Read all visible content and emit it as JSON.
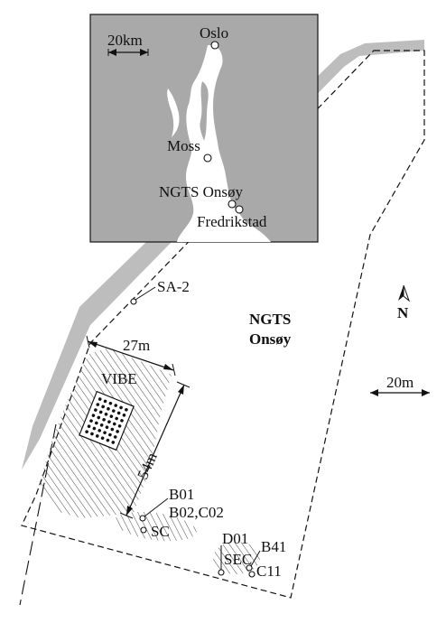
{
  "inset": {
    "scale_label": "20km",
    "places": [
      {
        "key": "oslo",
        "label": "Oslo"
      },
      {
        "key": "moss",
        "label": "Moss"
      },
      {
        "key": "ngts_onsoy",
        "label": "NGTS Onsøy"
      },
      {
        "key": "fredrikstad",
        "label": "Fredrikstad"
      }
    ]
  },
  "site": {
    "title_line1": "NGTS",
    "title_line2": "Onsøy",
    "north_label": "N",
    "scale_label": "20m",
    "width_dimension": "27m",
    "length_dimension": "54m",
    "area_label": "VIBE"
  },
  "boreholes": [
    {
      "key": "sa2",
      "label": "SA-2"
    },
    {
      "key": "b01",
      "label": "B01"
    },
    {
      "key": "b02c02",
      "label": "B02,C02"
    },
    {
      "key": "sc",
      "label": "SC"
    },
    {
      "key": "d01",
      "label": "D01"
    },
    {
      "key": "b41",
      "label": "B41"
    },
    {
      "key": "sec",
      "label": "SEC"
    },
    {
      "key": "c11",
      "label": "C11"
    }
  ],
  "colors": {
    "land_gray": "#bdbdbd",
    "inset_fill": "#a9a9a9",
    "water": "#ffffff",
    "ink": "#111111"
  }
}
